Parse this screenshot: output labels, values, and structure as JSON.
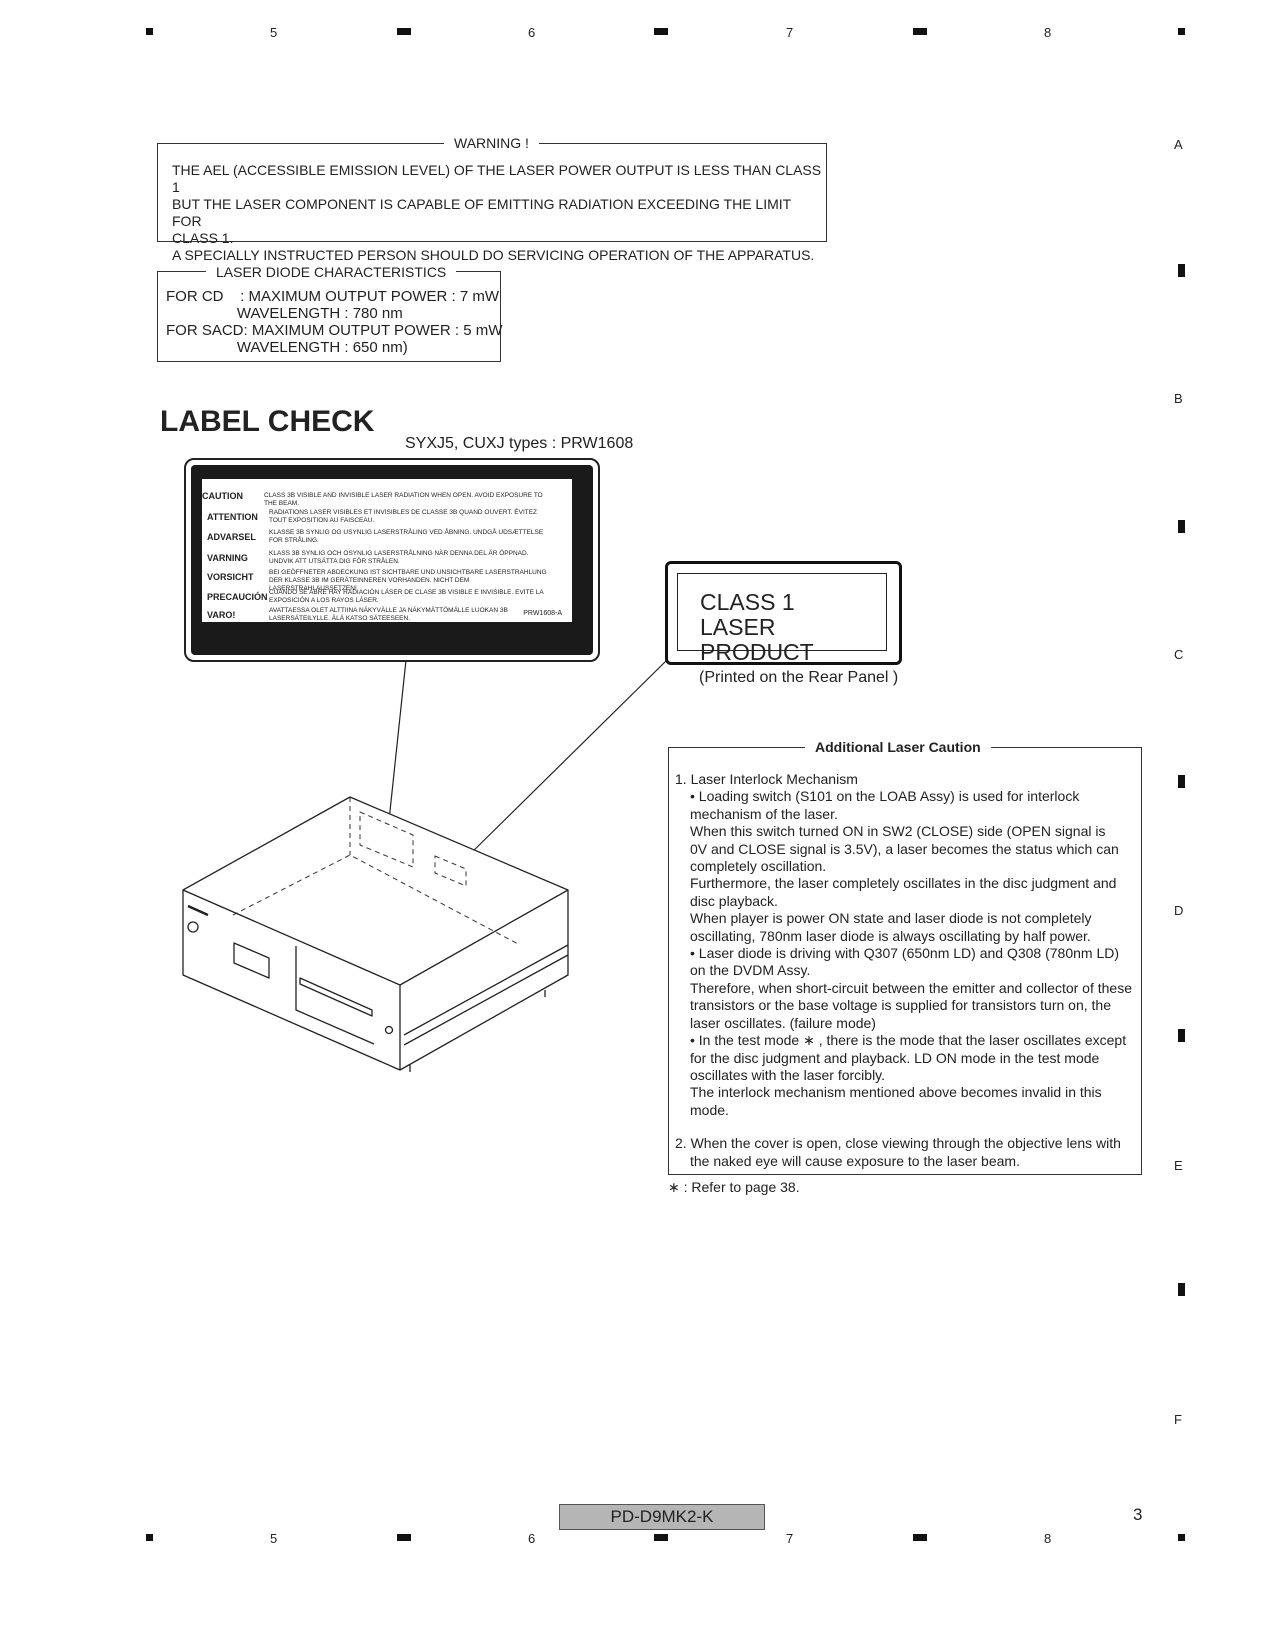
{
  "margin": {
    "columns": [
      "5",
      "6",
      "7",
      "8"
    ],
    "rows": [
      "A",
      "B",
      "C",
      "D",
      "E",
      "F"
    ]
  },
  "warning": {
    "title": "WARNING !",
    "lines": [
      "THE AEL (ACCESSIBLE EMISSION LEVEL) OF THE LASER POWER OUTPUT IS LESS THAN CLASS 1",
      "BUT THE LASER COMPONENT IS CAPABLE OF EMITTING RADIATION EXCEEDING THE LIMIT FOR",
      "CLASS 1.",
      "A SPECIALLY INSTRUCTED PERSON SHOULD DO SERVICING OPERATION OF THE APPARATUS."
    ]
  },
  "laser_diode": {
    "title": "LASER DIODE CHARACTERISTICS",
    "lines": [
      "FOR CD    : MAXIMUM OUTPUT POWER : 7 mW",
      "                 WAVELENGTH : 780 nm",
      "FOR SACD: MAXIMUM OUTPUT POWER : 5 mW",
      "                 WAVELENGTH : 650 nm)"
    ]
  },
  "label_check": {
    "title": "LABEL CHECK",
    "subtitle": "SYXJ5, CUXJ types : PRW1608"
  },
  "caution_label": {
    "code": "PRW1608-A",
    "rows": [
      {
        "lang": "CAUTION",
        "text": "CLASS 3B VISIBLE AND INVISIBLE LASER RADIATION WHEN OPEN. AVOID EXPOSURE TO THE BEAM."
      },
      {
        "lang": "ATTENTION",
        "text": "RADIATIONS LASER VISIBLES ET INVISIBLES DE CLASSE 3B QUAND OUVERT. ÉVITEZ TOUT EXPOSITION AU FAISCEAU."
      },
      {
        "lang": "ADVARSEL",
        "text": "KLASSE 3B SYNLIG OG USYNLIG LASERSTRÅLING VED ÅBNING. UNDGÅ UDSÆTTELSE FOR STRÅLING."
      },
      {
        "lang": "VARNING",
        "text": "KLASS 3B SYNLIG OCH OSYNLIG LASERSTRÅLNING NÄR DENNA DEL ÄR ÖPPNAD. UNDVIK ATT UTSÄTTA DIG FÖR STRÅLEN."
      },
      {
        "lang": "VORSICHT",
        "text": "BEI GEÖFFNETER ABDECKUNG IST SICHTBARE UND UNSICHTBARE LASERSTRAHLUNG DER KLASSE 3B IM GERÄTEINNEREN VORHANDEN. NICHT DEM LASERSTRAHLAUSSETZEN!"
      },
      {
        "lang": "PRECAUCIÓN",
        "text": "CUANDO SE ABRE HAY RADIACIÓN LÁSER DE CLASE 3B VISIBLE E INVISIBLE. EVITE LA EXPOSICIÓN A LOS RAYOS LÁSER."
      },
      {
        "lang": "VARO!",
        "text": "AVATTAESSA OLET ALTTIINA NÄKYVÄLLE JA NÄKYMÄTTÖMÄLLE LUOKAN 3B LASERSÄTEILYLLE. ÄLÄ KATSO SÄTEESEEN."
      }
    ]
  },
  "class1_label": {
    "line1": "CLASS 1",
    "line2": "LASER PRODUCT",
    "note": "(Printed on the Rear Panel )"
  },
  "additional_caution": {
    "title": "Additional Laser Caution",
    "item1_heading": "1. Laser Interlock Mechanism",
    "item1_lines": [
      "• Loading switch (S101 on the LOAB Assy) is used for interlock",
      "mechanism of the laser.",
      "When this switch turned ON in SW2 (CLOSE) side (OPEN signal is",
      "0V and CLOSE signal is 3.5V), a laser becomes the status which can",
      "completely oscillation.",
      "Furthermore, the laser completely oscillates in the disc judgment and",
      "disc playback.",
      "When player is power ON state and laser diode is not completely",
      "oscillating, 780nm laser diode is always oscillating by half power.",
      "• Laser diode is driving with Q307 (650nm LD) and Q308 (780nm LD)",
      "on the DVDM Assy.",
      "Therefore, when short-circuit between the emitter and collector of these",
      "transistors or the base voltage is supplied for transistors turn on, the",
      "laser oscillates. (failure mode)",
      "• In the test mode ∗ , there is the mode that the laser oscillates except",
      "for the disc judgment and playback.  LD ON mode in the test mode",
      "oscillates with the laser forcibly.",
      "The interlock mechanism mentioned above becomes invalid in this",
      "mode."
    ],
    "item2_heading": "2. When the cover is open, close viewing through the objective lens with",
    "item2_lines": [
      "the naked eye will cause exposure to the laser beam."
    ],
    "footnote": "∗ : Refer to page 38."
  },
  "footer": {
    "model": "PD-D9MK2-K",
    "page": "3"
  }
}
